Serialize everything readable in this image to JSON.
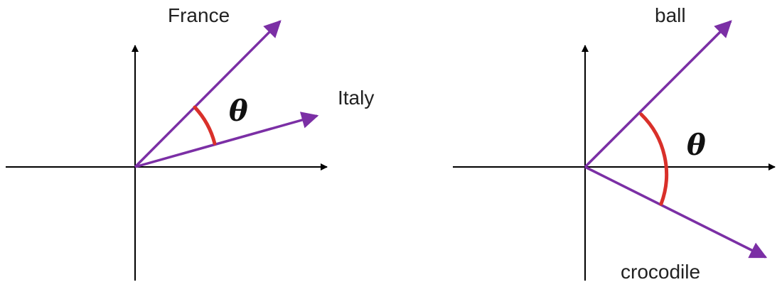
{
  "colors": {
    "axis": "#000000",
    "vector": "#7b2fa5",
    "angle_arc": "#d9302a"
  },
  "panels": [
    {
      "vector_a": {
        "label": "France"
      },
      "vector_b": {
        "label": "Italy"
      },
      "angle": {
        "symbol": "θ"
      }
    },
    {
      "vector_a": {
        "label": "ball"
      },
      "vector_b": {
        "label": "crocodile"
      },
      "angle": {
        "symbol": "θ"
      }
    }
  ]
}
